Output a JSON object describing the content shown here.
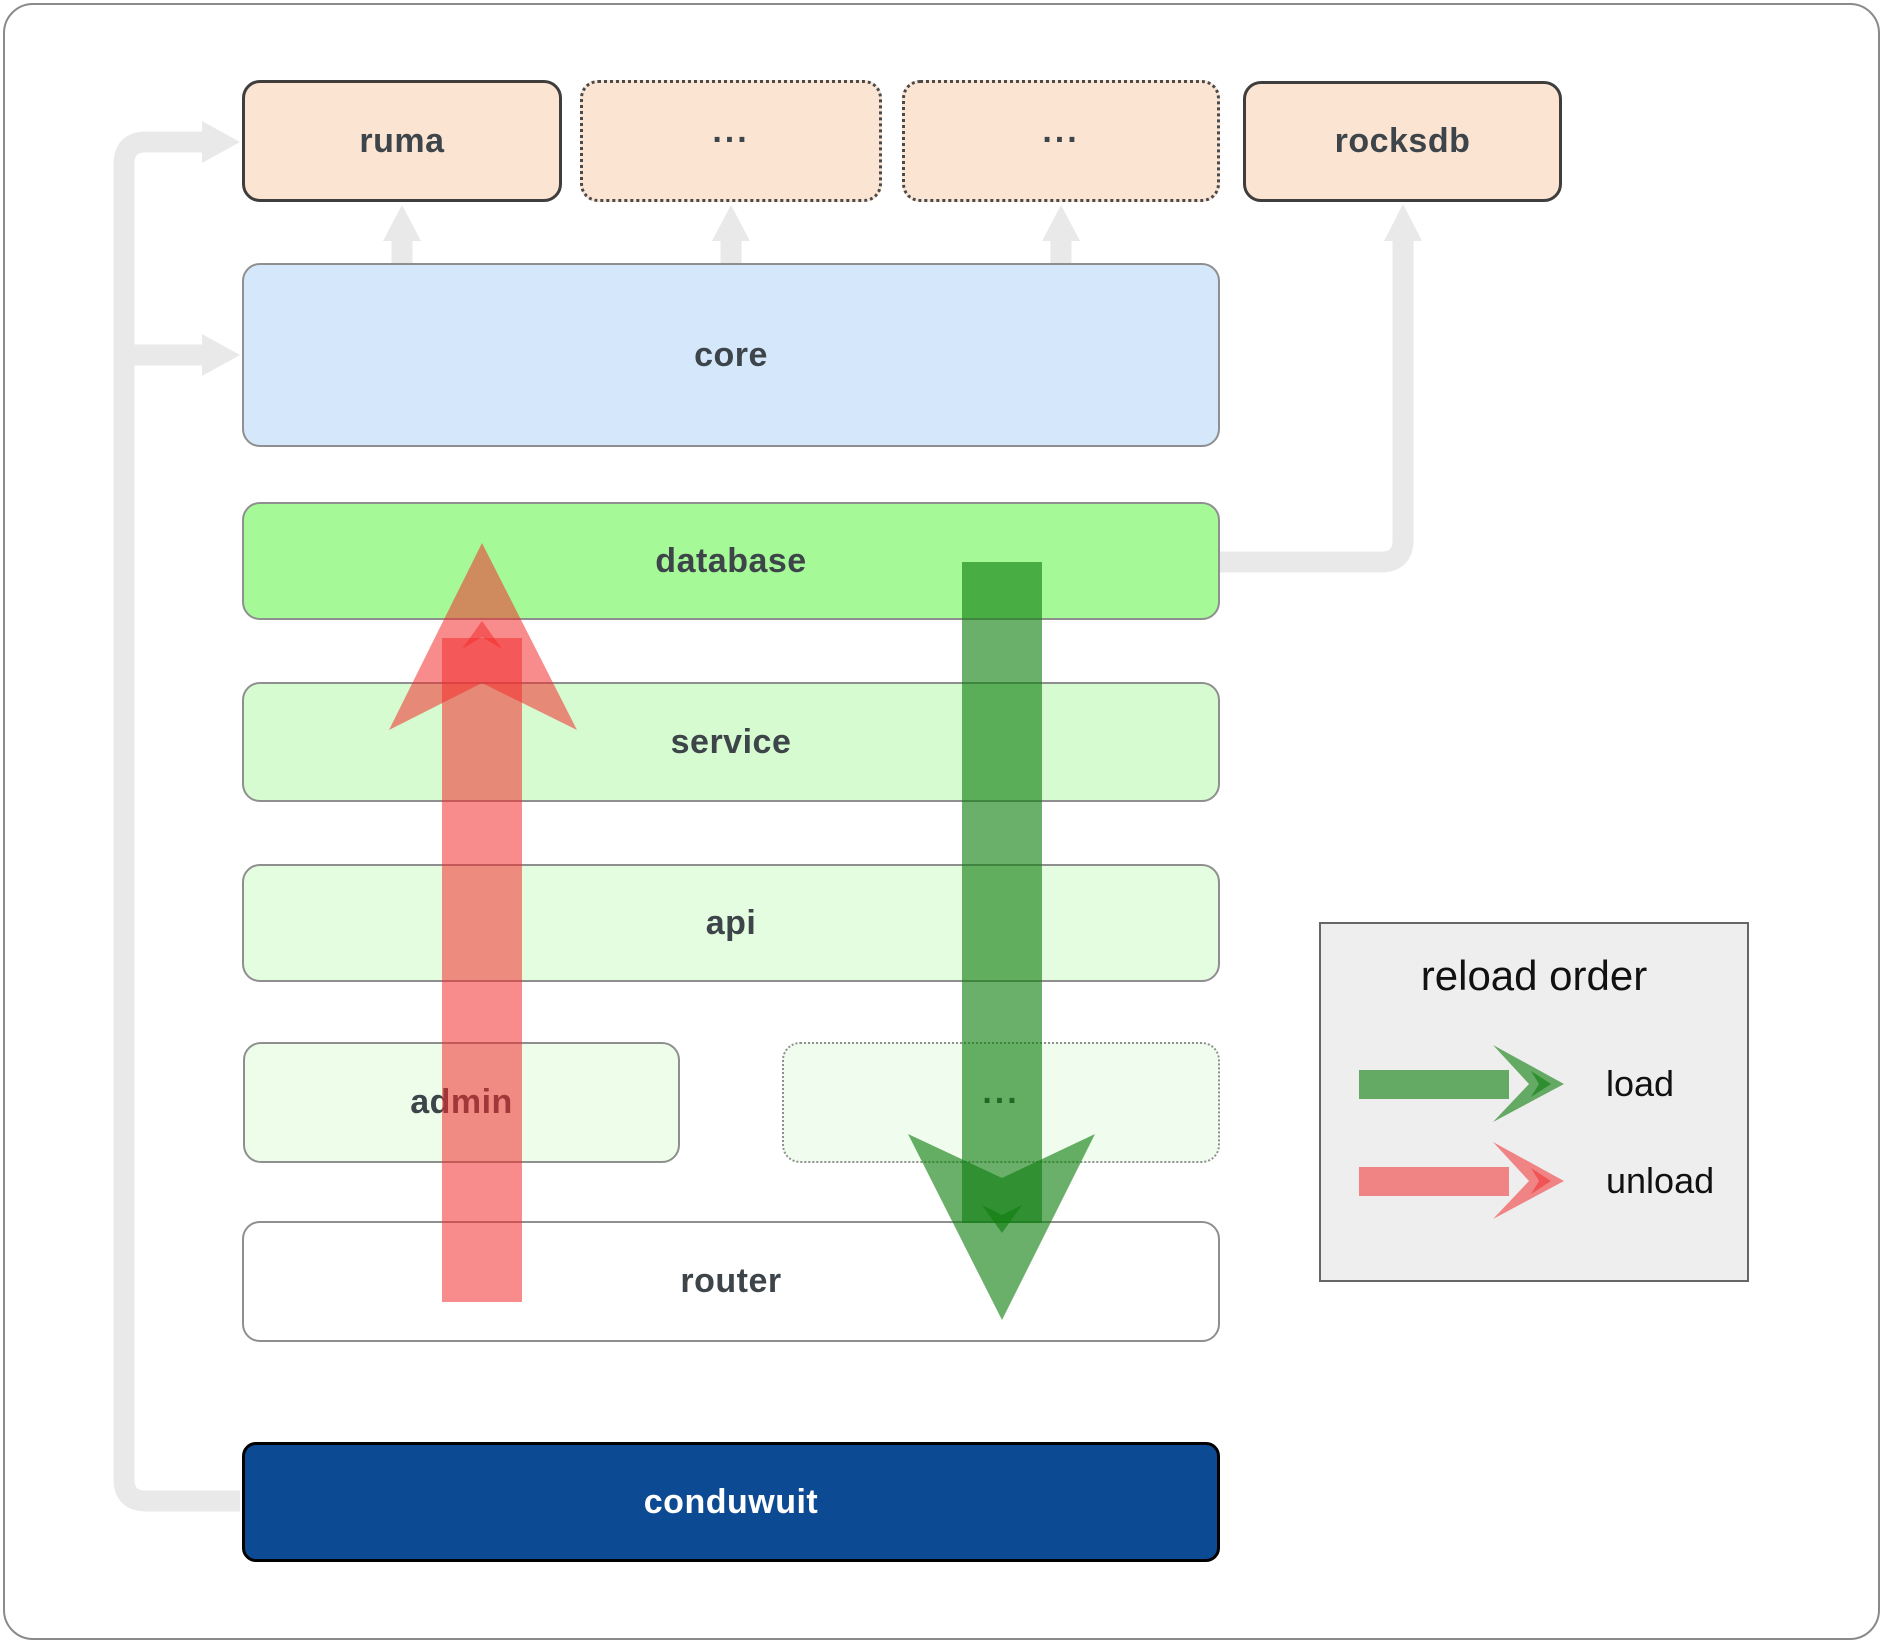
{
  "nodes": {
    "ruma": {
      "label": "ruma"
    },
    "core_dep_1": {
      "label": "..."
    },
    "core_dep_2": {
      "label": "..."
    },
    "rocksdb": {
      "label": "rocksdb"
    },
    "core": {
      "label": "core"
    },
    "database": {
      "label": "database"
    },
    "service": {
      "label": "service"
    },
    "api": {
      "label": "api"
    },
    "admin": {
      "label": "admin"
    },
    "service_more": {
      "label": "..."
    },
    "router": {
      "label": "router"
    },
    "conduwuit": {
      "label": "conduwuit"
    }
  },
  "legend": {
    "title": "reload order",
    "items": [
      {
        "label": "load",
        "color": "#6aad6a"
      },
      {
        "label": "unload",
        "color": "#f88c8c"
      }
    ]
  },
  "colors": {
    "peach_box": "#fce4d3",
    "core_blue": "#d5e7fb",
    "database_green": "#a5fa97",
    "service_green": "#d7fbd0",
    "api_green": "#e4fcdf",
    "admin_green": "#eefdea",
    "conduwuit_blue": "#0c4a93",
    "connector_gray": "#e9e9e9",
    "load_arrow_base": "#0f7e0f",
    "unload_arrow_base": "#f22e2e",
    "legend_background": "#eeeeee"
  }
}
